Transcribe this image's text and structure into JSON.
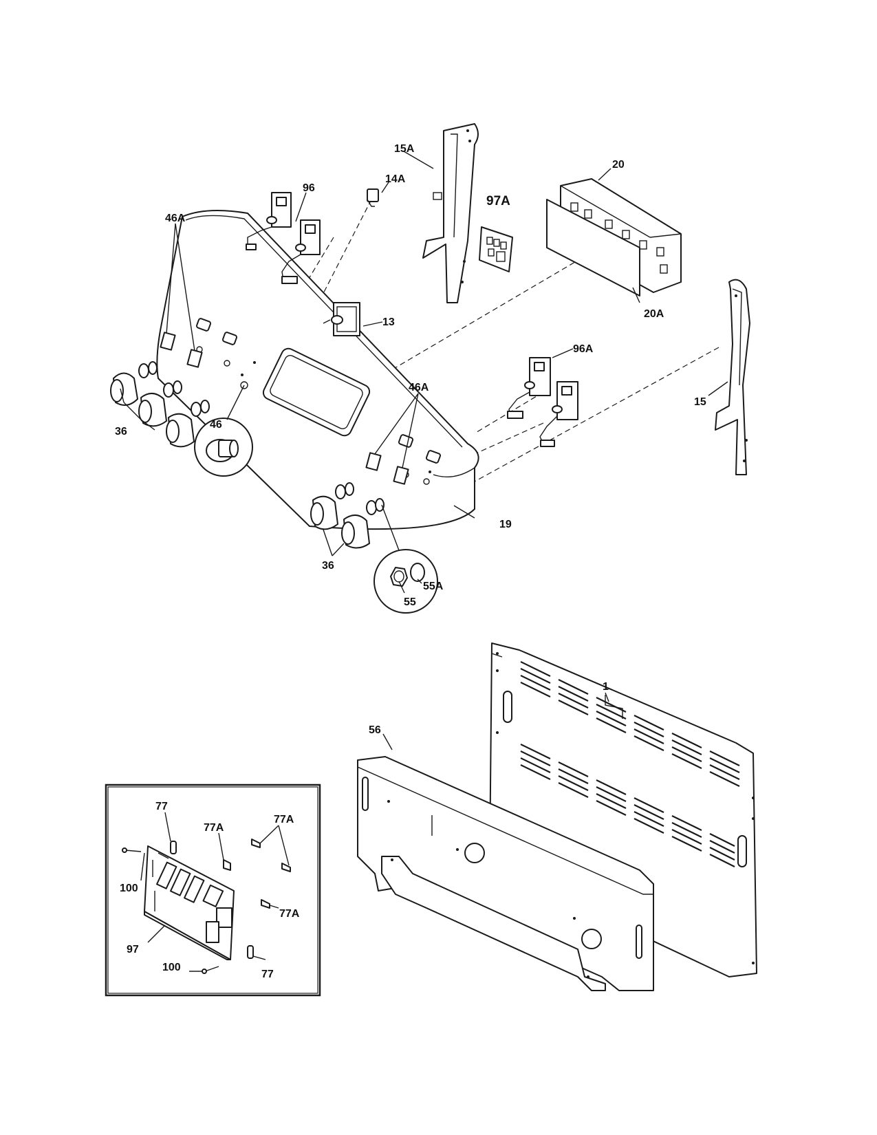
{
  "callouts": {
    "c15A": "15A",
    "c20": "20",
    "c96": "96",
    "c97A": "97A",
    "c14A": "14A",
    "c46A_top": "46A",
    "c13": "13",
    "c20A": "20A",
    "c96A": "96A",
    "c46A_mid": "46A",
    "c15": "15",
    "c36_left": "36",
    "c46": "46",
    "c19": "19",
    "c36_bottom": "36",
    "c55": "55",
    "c55A": "55A",
    "c1": "1",
    "c56": "56",
    "c77_top": "77",
    "c77A_a": "77A",
    "c77A_b": "77A",
    "c100_a": "100",
    "c77A_c": "77A",
    "c97": "97",
    "c100_b": "100",
    "c77_bottom": "77"
  }
}
